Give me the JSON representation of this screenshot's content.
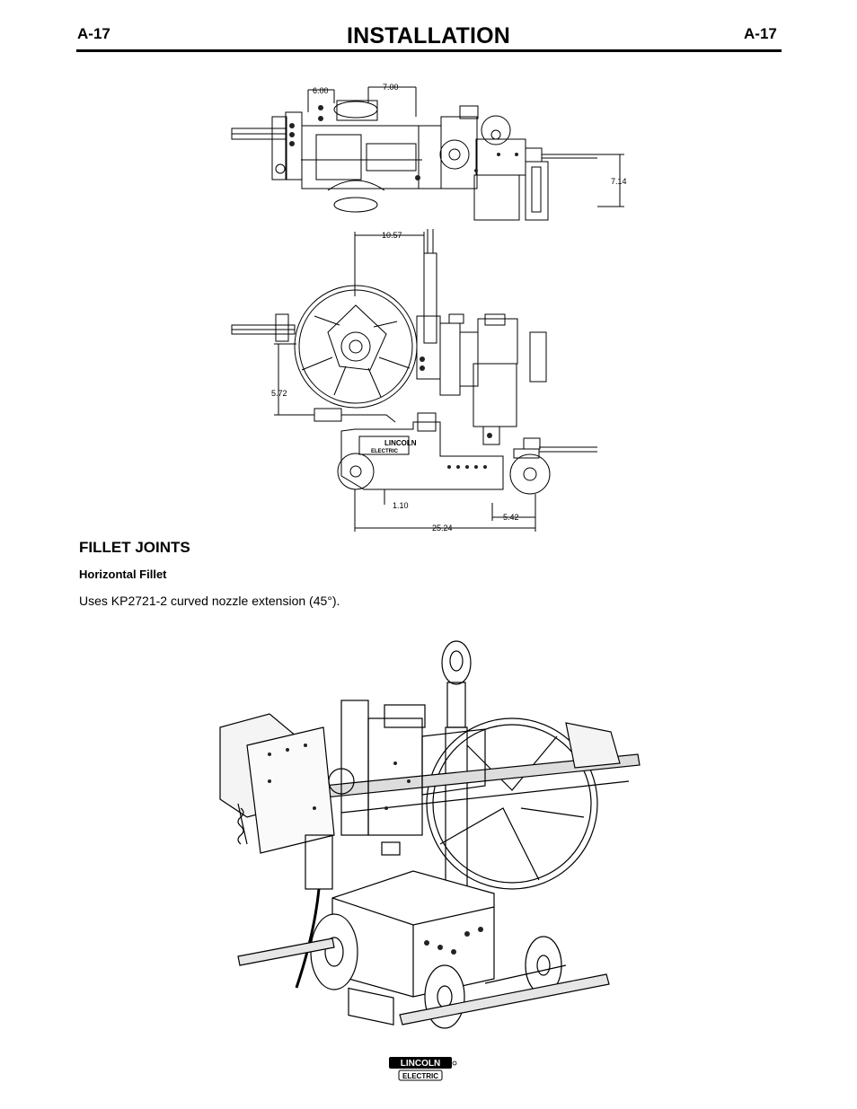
{
  "header": {
    "page_left": "A-17",
    "title": "INSTALLATION",
    "page_right": "A-17"
  },
  "drawing": {
    "dims": {
      "d_600": "6.00",
      "d_700": "7.00",
      "d_714": "7.14",
      "d_1057": "10.57",
      "d_572": "5.72",
      "d_110": "1.10",
      "d_542": "5.42",
      "d_2524": "25.24"
    },
    "cart_badge_line1": "LINCOLN",
    "cart_badge_line2": "ELECTRIC"
  },
  "section": {
    "heading": "FILLET JOINTS",
    "subheading": "Horizontal Fillet",
    "text": "Uses KP2721-2 curved nozzle extension (45°)."
  },
  "footer": {
    "logo_line1": "LINCOLN",
    "logo_line2": "ELECTRIC"
  }
}
